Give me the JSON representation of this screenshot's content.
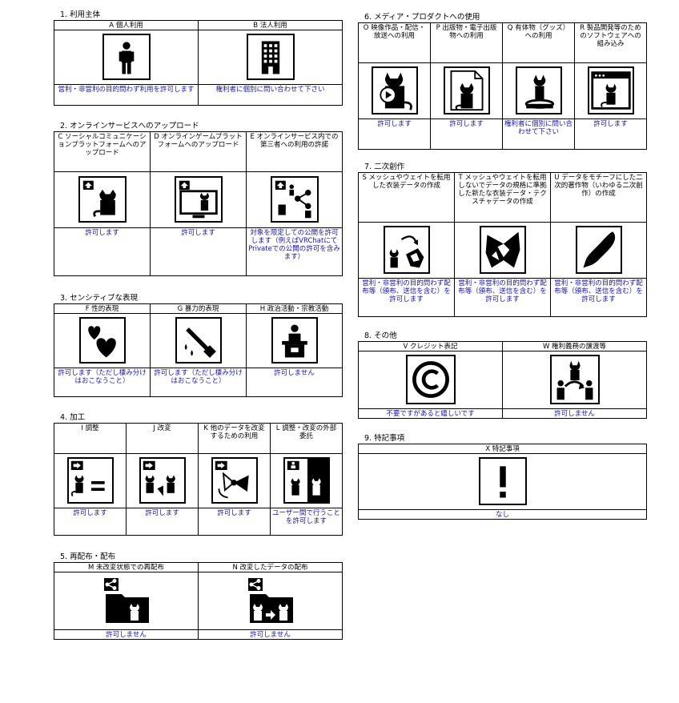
{
  "s1": {
    "title": "1. 利用主体",
    "cols": [
      {
        "label": "A 個人利用",
        "value": "営利・非営利の目的問わず利用を許可します",
        "icon": "person-icon"
      },
      {
        "label": "B 法人利用",
        "value": "権利者に個別に問い合わせて下さい",
        "icon": "building-icon"
      }
    ]
  },
  "s2": {
    "title": "2. オンラインサービスへのアップロード",
    "cols": [
      {
        "label": "C ソーシャルコミュニケーションプラットフォームへのアップロード",
        "value": "許可します",
        "icon": "upload-avatar-icon"
      },
      {
        "label": "D オンラインゲームプラットフォームへのアップロード",
        "value": "許可します",
        "icon": "upload-monitor-icon"
      },
      {
        "label": "E オンラインサービス内での第三者への利用の許諾",
        "value": "対象を限定しての公開を許可します（例えばVRChatにてPrivateでの公開の許可を含みます）",
        "icon": "upload-share-icon"
      }
    ]
  },
  "s3": {
    "title": "3. センシティブな表現",
    "cols": [
      {
        "label": "F 性的表現",
        "value": "許可します（ただし棲み分けはおこなうこと）",
        "icon": "hearts-icon"
      },
      {
        "label": "G 暴力的表現",
        "value": "許可します（ただし棲み分けはおこなうこと）",
        "icon": "knife-icon"
      },
      {
        "label": "H 政治活動・宗教活動",
        "value": "許可しません",
        "icon": "podium-icon"
      }
    ]
  },
  "s4": {
    "title": "4. 加工",
    "cols": [
      {
        "label": "I 調整",
        "value": "許可します",
        "icon": "adjust-icon"
      },
      {
        "label": "J 改変",
        "value": "許可します",
        "icon": "modify-icon"
      },
      {
        "label": "K 他のデータを改変するための利用",
        "value": "許可します",
        "icon": "bow-icon"
      },
      {
        "label": "L 調整・改変の外部委託",
        "value": "ユーザー間で行うことを許可します",
        "icon": "outsource-icon"
      }
    ]
  },
  "s5": {
    "title": "5. 再配布・配布",
    "cols": [
      {
        "label": "M 未改変状態での再配布",
        "value": "許可しません",
        "icon": "share-folder-icon"
      },
      {
        "label": "N 改変したデータの配布",
        "value": "許可しません",
        "icon": "share-modified-icon"
      }
    ]
  },
  "s6": {
    "title": "6. メディア・プロダクトへの使用",
    "cols": [
      {
        "label": "O 映像作品・配信・放送への利用",
        "value": "許可します",
        "icon": "video-icon"
      },
      {
        "label": "P 出版物・電子出版物への利用",
        "value": "許可します",
        "icon": "document-icon"
      },
      {
        "label": "Q 有体物（グッズ）への利用",
        "value": "権利者に個別に問い合わせて下さい",
        "icon": "figure-icon"
      },
      {
        "label": "R 製品開発等のためのソフトウェアへの組み込み",
        "value": "許可します",
        "icon": "software-icon"
      }
    ]
  },
  "s7": {
    "title": "7. 二次創作",
    "cols": [
      {
        "label": "S メッシュやウェイトを転用した衣装データの作成",
        "value": "営利・非営利の目的問わず配布等（頒布、送信を含む）を許可します",
        "icon": "costume-transfer-icon"
      },
      {
        "label": "T メッシュやウェイトを転用しないでデータの規格に準拠した新たな衣装データ・テクスチャデータの作成",
        "value": "営利・非営利の目的問わず配布等（頒布、送信を含む）を許可します",
        "icon": "costume-icon"
      },
      {
        "label": "U データをモチーフにした二次的著作物（いわゆる二次創作）の作成",
        "value": "営利・非営利の目的問わず配布等（頒布、送信を含む）を許可します",
        "icon": "pen-icon"
      }
    ]
  },
  "s8": {
    "title": "8. その他",
    "cols": [
      {
        "label": "V クレジット表記",
        "value": "不要ですがあると嬉しいです",
        "icon": "copyright-icon"
      },
      {
        "label": "W 権利義務の譲渡等",
        "value": "許可しません",
        "icon": "transfer-icon"
      }
    ]
  },
  "s9": {
    "title": "9. 特記事項",
    "cols": [
      {
        "label": "X 特記事項",
        "value": "なし",
        "icon": "exclamation-icon"
      }
    ]
  }
}
